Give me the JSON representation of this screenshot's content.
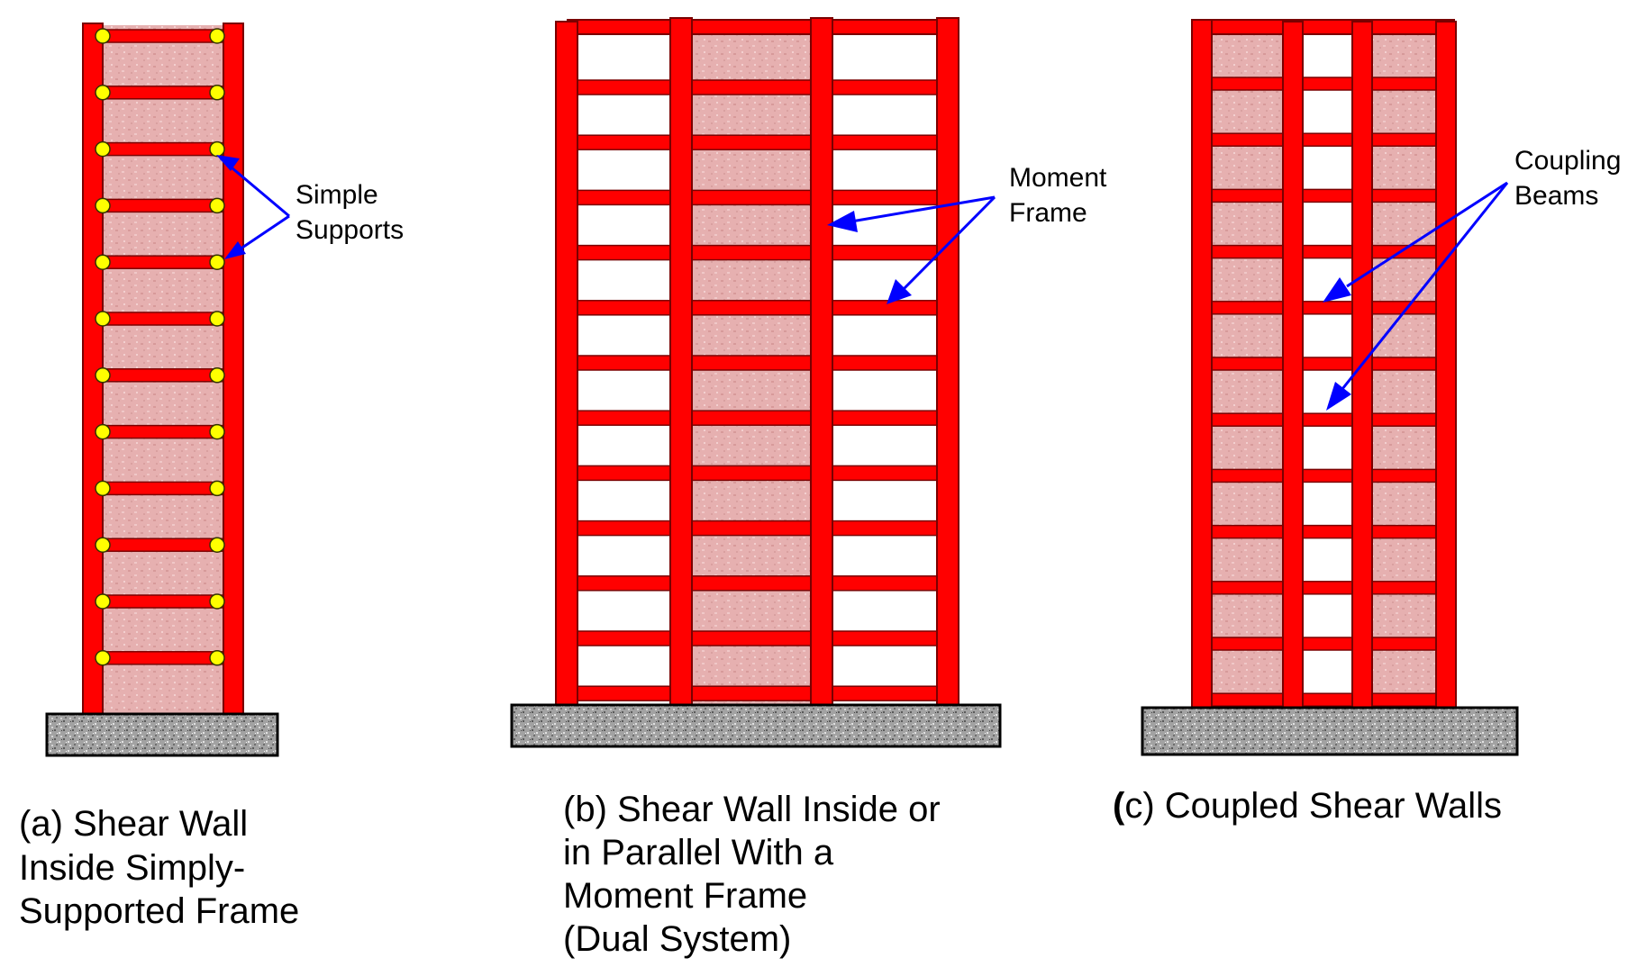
{
  "colors": {
    "frame_red": "#ff0000",
    "frame_outline": "#7a0000",
    "wall_fill": "#e8b2b2",
    "hinge_yellow": "#ffff00",
    "arrow_blue": "#0000ff",
    "foundation_gray": "#9a9a9a",
    "foundation_outline": "#000000"
  },
  "panel_a": {
    "callout_line1": "Simple",
    "callout_line2": "Supports",
    "caption_line1": "(a) Shear Wall",
    "caption_line2": "Inside Simply-",
    "caption_line3": "Supported Frame",
    "floor_count": 12
  },
  "panel_b": {
    "callout_line1": "Moment",
    "callout_line2": "Frame",
    "caption_line1": "(b) Shear Wall Inside or",
    "caption_line2": "in Parallel With a",
    "caption_line3": "Moment Frame",
    "caption_line4": "(Dual System)",
    "floor_count": 12
  },
  "panel_c": {
    "callout_line1": "Coupling",
    "callout_line2": "Beams",
    "caption_prefix": "(",
    "caption_rest": "c) Coupled Shear Walls",
    "floor_count": 12
  }
}
